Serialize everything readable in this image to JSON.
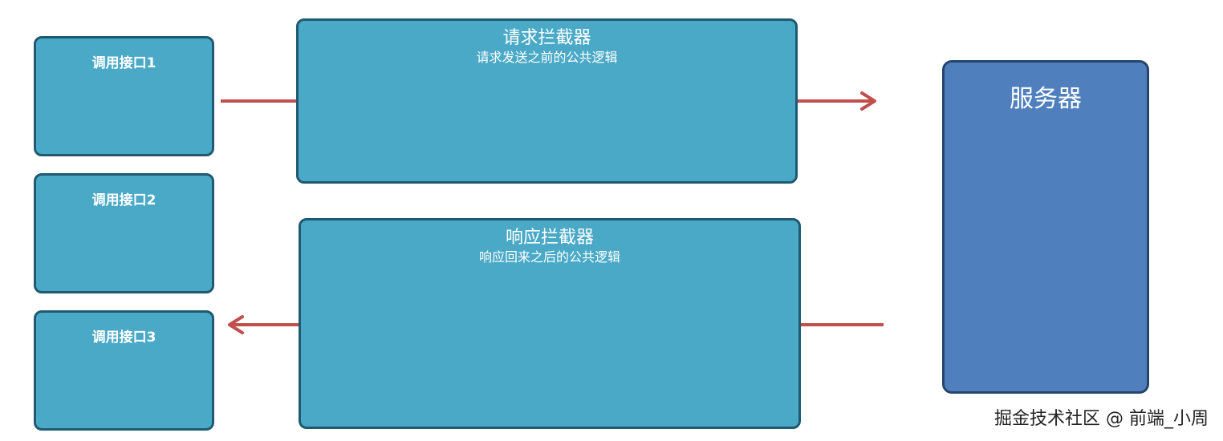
{
  "apis": [
    {
      "label": "调用接口1"
    },
    {
      "label": "调用接口2"
    },
    {
      "label": "调用接口3"
    }
  ],
  "request_interceptor": {
    "title": "请求拦截器",
    "subtitle": "请求发送之前的公共逻辑"
  },
  "response_interceptor": {
    "title": "响应拦截器",
    "subtitle": "响应回来之后的公共逻辑"
  },
  "server": {
    "title": "服务器"
  },
  "watermark": "掘金技术社区 @ 前端_小周",
  "colors": {
    "box_fill": "#4aa9c6",
    "box_border": "#1f5a70",
    "server_fill": "#4f80bd",
    "server_border": "#26456d",
    "arrow": "#c0504d"
  }
}
